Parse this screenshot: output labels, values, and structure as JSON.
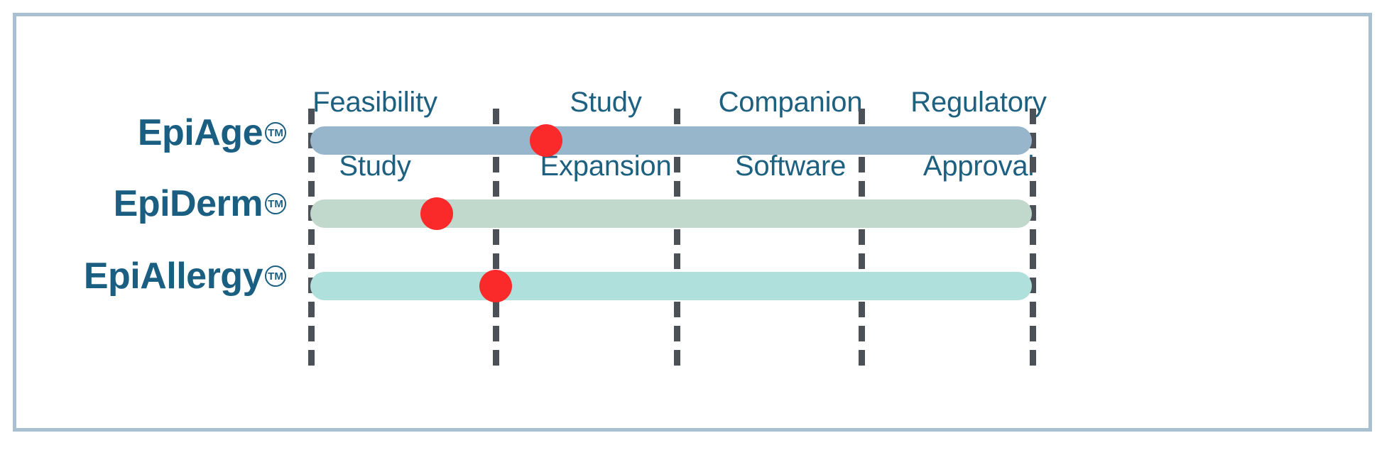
{
  "frame": {
    "border_color": "#a9c0d1",
    "background": "#ffffff"
  },
  "milestones": [
    {
      "line1": "Feasibility",
      "line2": "Study"
    },
    {
      "line1": "Study",
      "line2": "Expansion"
    },
    {
      "line1": "Companion",
      "line2": "Software"
    },
    {
      "line1": "Regulatory",
      "line2": "Approval"
    }
  ],
  "milestone_text_color": "#1d6080",
  "divider_color": "#4b5156",
  "marker_color": "#fa2a2a",
  "products": [
    {
      "name": "EpiAge",
      "trademark": "TM",
      "bar_color": "#97b6cc",
      "progress_milestone": "Study Expansion"
    },
    {
      "name": "EpiDerm",
      "trademark": "TM",
      "bar_color": "#c1d8cd",
      "progress_milestone": "Feasibility Study"
    },
    {
      "name": "EpiAllergy",
      "trademark": "TM",
      "bar_color": "#b0e0dc",
      "progress_milestone": "Study Expansion"
    }
  ],
  "chart_data": {
    "type": "bar",
    "title": "",
    "categories": [
      "Feasibility Study",
      "Study Expansion",
      "Companion Software",
      "Regulatory Approval"
    ],
    "series": [
      {
        "name": "EpiAge",
        "progress_stage": 2,
        "progress_fraction": 1.3
      },
      {
        "name": "EpiDerm",
        "progress_stage": 1,
        "progress_fraction": 0.68
      },
      {
        "name": "EpiAllergy",
        "progress_stage": 2,
        "progress_fraction": 1.0
      }
    ],
    "xlabel": "",
    "ylabel": "",
    "grid": false,
    "legend": "none"
  }
}
